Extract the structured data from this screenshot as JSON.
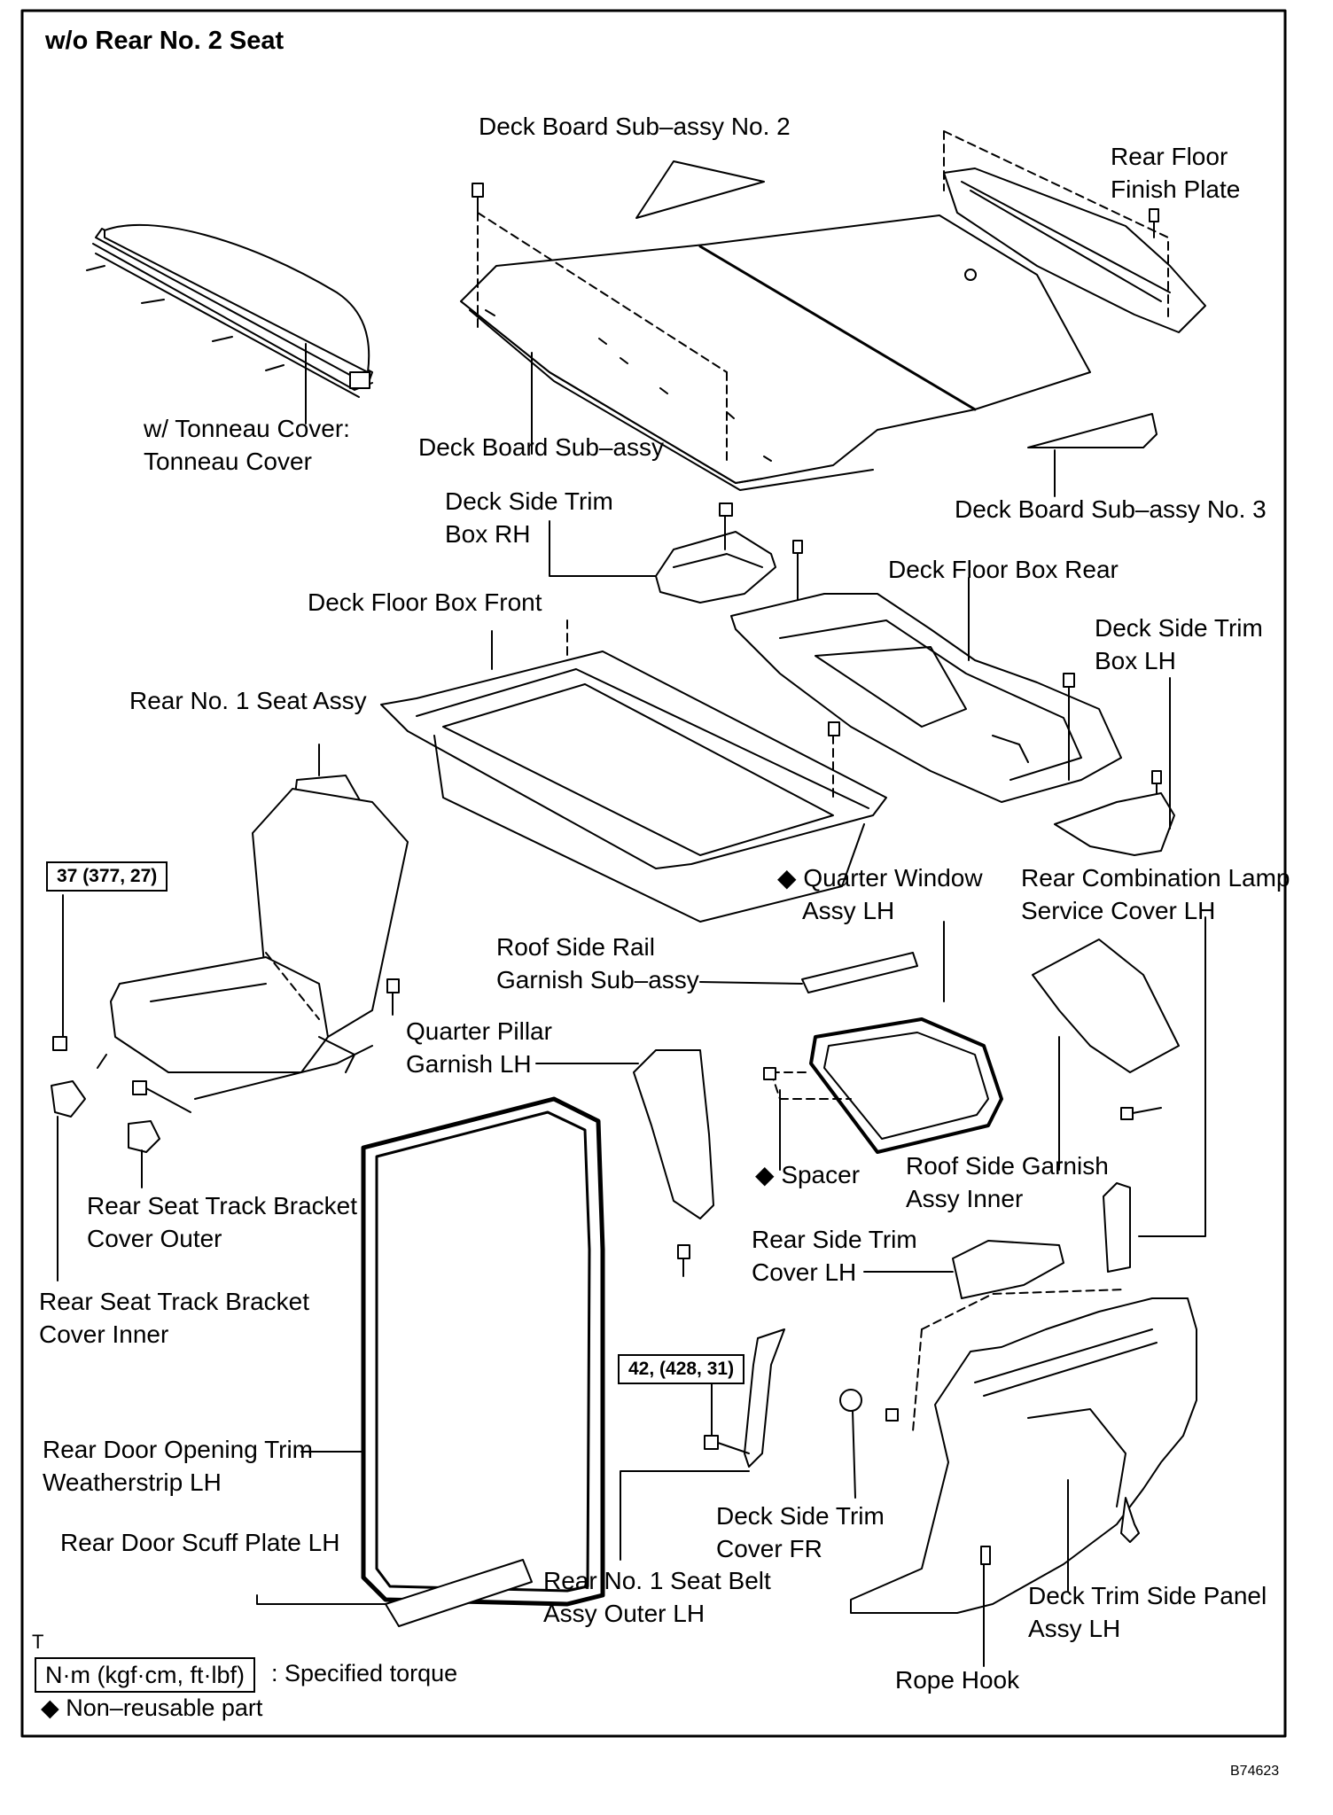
{
  "title": "w/o Rear No. 2 Seat",
  "labels": {
    "deck_board_no2": "Deck Board Sub–assy No. 2",
    "rear_floor_finish_plate": [
      "Rear Floor",
      "Finish Plate"
    ],
    "tonneau_cover": [
      "w/ Tonneau Cover:",
      "Tonneau Cover"
    ],
    "deck_board": "Deck Board Sub–assy",
    "deck_side_trim_box_rh": [
      "Deck Side Trim",
      "Box RH"
    ],
    "deck_board_no3": "Deck Board Sub–assy No. 3",
    "deck_floor_box_rear": "Deck Floor Box Rear",
    "deck_floor_box_front": "Deck Floor Box Front",
    "deck_side_trim_box_lh": [
      "Deck Side Trim",
      "Box LH"
    ],
    "rear_no1_seat_assy": "Rear No. 1 Seat Assy",
    "quarter_window": [
      "◆ Quarter Window",
      "Assy LH"
    ],
    "rear_combination_lamp_cover": [
      "Rear Combination Lamp",
      "Service Cover LH"
    ],
    "roof_side_rail_garnish": [
      "Roof Side Rail",
      "Garnish Sub–assy"
    ],
    "quarter_pillar_garnish": [
      "Quarter Pillar",
      "Garnish LH"
    ],
    "spacer": "◆ Spacer",
    "roof_side_garnish_inner": [
      "Roof Side Garnish",
      "Assy Inner"
    ],
    "track_bracket_outer": [
      "Rear Seat Track Bracket",
      "Cover Outer"
    ],
    "rear_side_trim_cover": [
      "Rear Side Trim",
      "Cover LH"
    ],
    "track_bracket_inner": [
      "Rear Seat Track Bracket",
      "Cover Inner"
    ],
    "door_opening_trim": [
      "Rear Door Opening Trim",
      "Weatherstrip LH"
    ],
    "deck_side_trim_cover_fr": [
      "Deck Side Trim",
      "Cover FR"
    ],
    "rear_door_scuff_plate": "Rear Door Scuff Plate LH",
    "seat_belt_outer": [
      "Rear No. 1 Seat Belt",
      "Assy Outer LH"
    ],
    "deck_trim_side_panel": [
      "Deck Trim Side Panel",
      "Assy LH"
    ],
    "rope_hook": "Rope Hook"
  },
  "torques": {
    "seat": "37 (377, 27)",
    "belt": "42, (428, 31)"
  },
  "legend": {
    "t_mark": "T",
    "unit_box": "N·m (kgf·cm, ft·lbf)",
    "unit_text": ": Specified torque",
    "non_reusable": "◆ Non–reusable part"
  },
  "code": "B74623"
}
